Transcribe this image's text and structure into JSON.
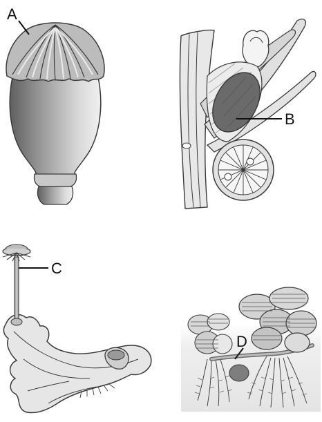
{
  "labels": {
    "a": "A",
    "b": "B",
    "c": "C",
    "d": "D"
  },
  "panels": [
    {
      "id": "a",
      "subject": "capsule"
    },
    {
      "id": "b",
      "subject": "leafy-shoot"
    },
    {
      "id": "c",
      "subject": "thallus-with-receptacle"
    },
    {
      "id": "d",
      "subject": "floating-plant"
    }
  ],
  "colors": {
    "outline": "#3a3a3a",
    "light": "#e6e6e6",
    "mid": "#bdbdbd",
    "dark": "#6e6e6e",
    "label": "#111111"
  }
}
